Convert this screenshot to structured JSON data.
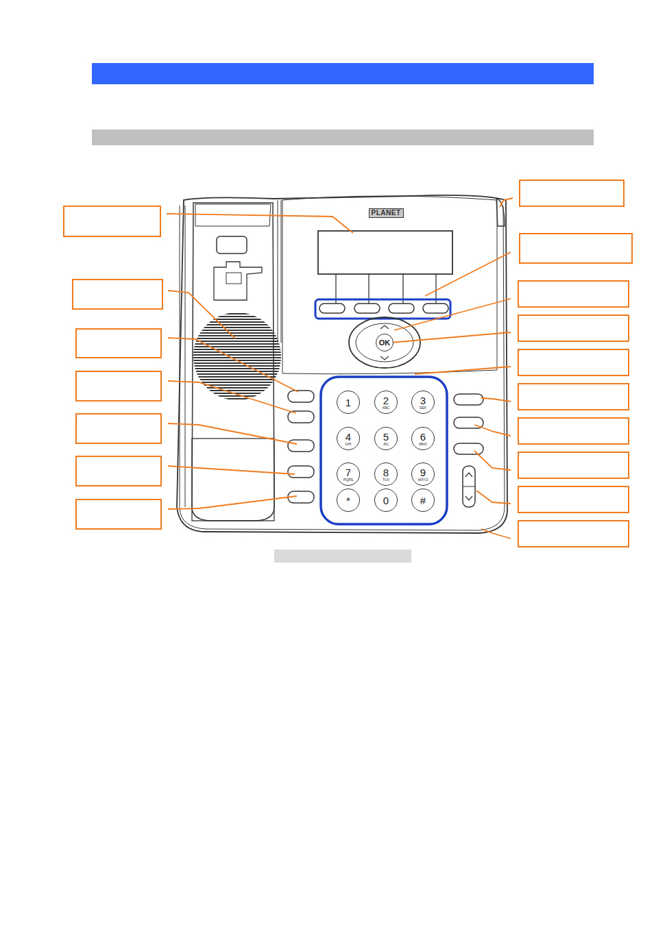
{
  "diagram": {
    "nodes": [
      {
        "text": [
          "PLANET"
        ]
      },
      {
        "text": [
          "OK"
        ]
      },
      {
        "text": [
          "1"
        ]
      },
      {
        "text": [
          "2",
          "ABC"
        ]
      },
      {
        "text": [
          "3",
          "DEF"
        ]
      },
      {
        "text": [
          "4",
          "GHI"
        ]
      },
      {
        "text": [
          "5",
          "JKL"
        ]
      },
      {
        "text": [
          "6",
          "MNO"
        ]
      },
      {
        "text": [
          "7",
          "PQRS"
        ]
      },
      {
        "text": [
          "8",
          "TUV"
        ]
      },
      {
        "text": [
          "9",
          "WXYZ"
        ]
      },
      {
        "text": [
          "*"
        ]
      },
      {
        "text": [
          "0"
        ]
      },
      {
        "text": [
          "#"
        ]
      }
    ]
  }
}
